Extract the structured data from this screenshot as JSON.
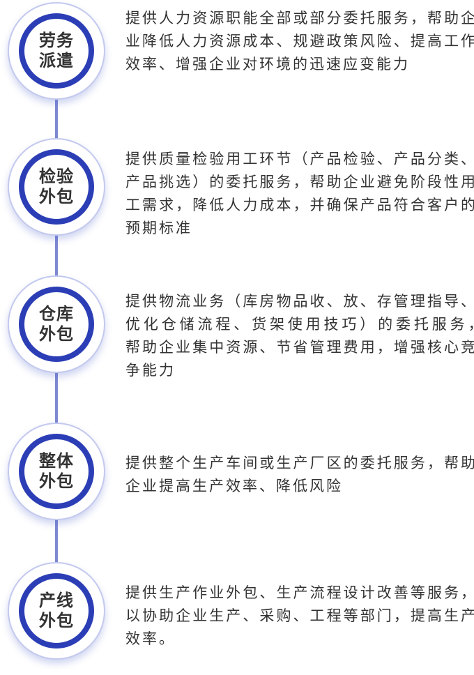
{
  "items": [
    {
      "label": "劳务派遣",
      "desc": "提供人力资源职能全部或部分委托服务，帮助企业降低人力资源成本、规避政策风险、提高工作效率、增强企业对环境的迅速应变能力"
    },
    {
      "label": "检验外包",
      "desc": "提供质量检验用工环节（产品检验、产品分类、产品挑选）的委托服务，帮助企业避免阶段性用工需求，降低人力成本，并确保产品符合客户的预期标准"
    },
    {
      "label": "仓库外包",
      "desc": "提供物流业务（库房物品收、放、存管理指导、优化仓储流程、货架使用技巧）的委托服务，　帮助企业集中资源、节省管理费用，增强核心竞争能力"
    },
    {
      "label": "整体外包",
      "desc": "提供整个生产车间或生产厂区的委托服务，帮助企业提高生产效率、降低风险"
    },
    {
      "label": "产线外包",
      "desc": "提供生产作业外包、生产流程设计改善等服务，以协助企业生产、采购、工程等部门，提高生产效率。"
    }
  ]
}
